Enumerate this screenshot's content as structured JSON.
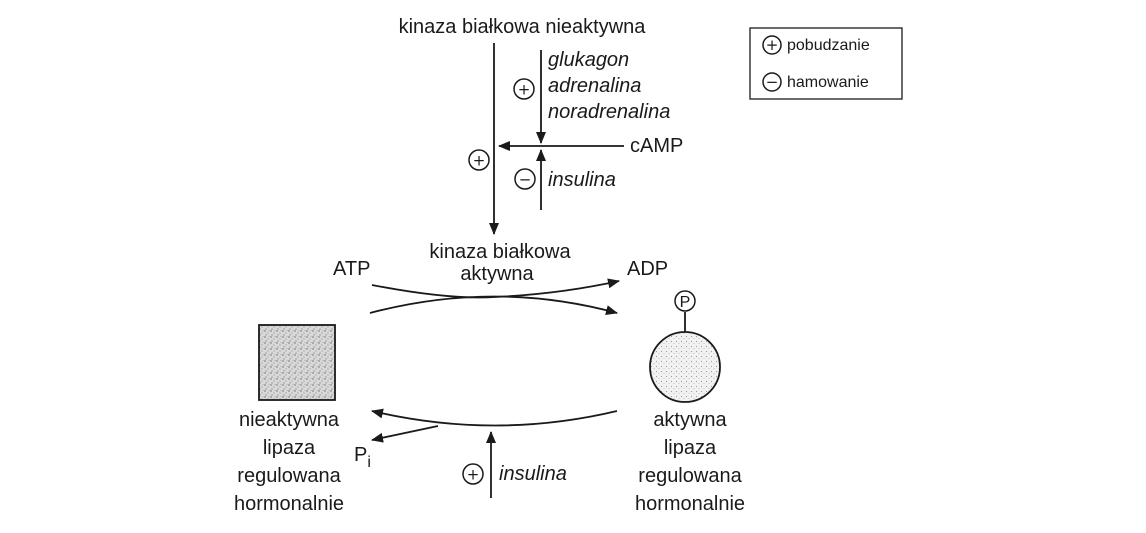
{
  "top": {
    "inactive_kinase": "kinaza białkowa nieaktywna",
    "glucagon": "glukagon",
    "adrenaline": "adrenalina",
    "noradrenaline": "noradrenalina",
    "camp": "cAMP",
    "insulin": "insulina"
  },
  "middle": {
    "active_kinase_line1": "kinaza białkowa",
    "active_kinase_line2": "aktywna",
    "atp": "ATP",
    "adp": "ADP",
    "phosphate_tag": "P",
    "pi_main": "P",
    "pi_sub": "i"
  },
  "bottom": {
    "insulin": "insulina",
    "inactive_lipase": [
      "nieaktywna",
      "lipaza",
      "regulowana",
      "hormonalnie"
    ],
    "active_lipase": [
      "aktywna",
      "lipaza",
      "regulowana",
      "hormonalnie"
    ]
  },
  "legend": {
    "plus_label": "pobudzanie",
    "minus_label": "hamowanie"
  },
  "signs": {
    "plus": "+",
    "minus": "−"
  }
}
